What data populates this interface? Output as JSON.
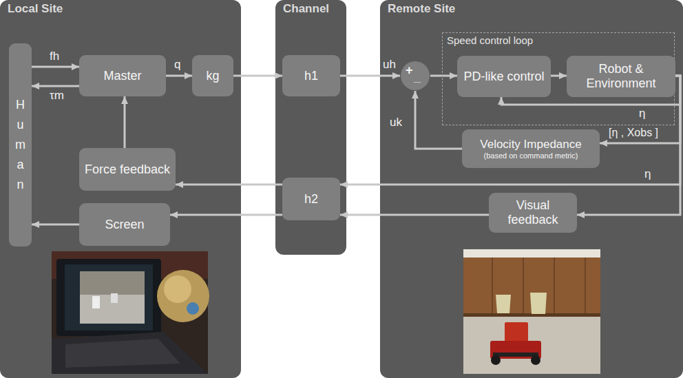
{
  "diagram": {
    "nodes": [
      {
        "text": [
          "Local Site"
        ]
      },
      {
        "text": [
          "H u m a n"
        ],
        "in": 0
      },
      {
        "text": [
          "Master"
        ],
        "in": 0
      },
      {
        "text": [
          "kg"
        ],
        "in": 0
      },
      {
        "text": [
          "Force feedback"
        ],
        "in": 0
      },
      {
        "text": [
          "Screen"
        ],
        "in": 0
      },
      {
        "text": [
          "Channel"
        ]
      },
      {
        "text": [
          "h1"
        ],
        "in": 6
      },
      {
        "text": [
          "h2"
        ],
        "in": 6
      },
      {
        "text": [
          "Remote Site"
        ]
      },
      {
        "text": [
          "Speed control loop"
        ],
        "in": 9
      },
      {
        "text": [
          "+",
          "_"
        ],
        "in": 9
      },
      {
        "text": [
          "PD-like control"
        ],
        "in": 10
      },
      {
        "text": [
          "Robot & Environment"
        ],
        "in": 10
      },
      {
        "text": [
          "Velocity Impedance",
          "(based on command metric)"
        ],
        "in": 9
      },
      {
        "text": [
          "Visual feedback"
        ],
        "in": 9
      }
    ],
    "edges": [
      {
        "from": 1,
        "to": 2,
        "label": "fh",
        "arrow": "to"
      },
      {
        "from": 2,
        "to": 1,
        "label": "τm",
        "arrow": "to"
      },
      {
        "from": 2,
        "to": 3,
        "label": "q",
        "arrow": "to"
      },
      {
        "from": 3,
        "to": 7,
        "arrow": "to"
      },
      {
        "from": 7,
        "to": 11,
        "label": "uh",
        "arrow": "to"
      },
      {
        "from": 11,
        "to": 12,
        "arrow": "to"
      },
      {
        "from": 12,
        "to": 13,
        "arrow": "to"
      },
      {
        "from": 13,
        "to": 12,
        "label": "η",
        "arrow": "to"
      },
      {
        "from": 13,
        "to": 14,
        "label": "[η , Xobs ]",
        "arrow": "to"
      },
      {
        "from": 14,
        "to": 11,
        "label": "uk",
        "arrow": "to"
      },
      {
        "from": 13,
        "to": 8,
        "label": "η",
        "arrow": "to"
      },
      {
        "from": 13,
        "to": 15,
        "arrow": "to"
      },
      {
        "from": 15,
        "to": 8,
        "arrow": "to"
      },
      {
        "from": 8,
        "to": 4,
        "arrow": "to"
      },
      {
        "from": 8,
        "to": 5,
        "arrow": "to"
      },
      {
        "from": 4,
        "to": 2,
        "arrow": "to"
      },
      {
        "from": 5,
        "to": 1,
        "arrow": "to"
      }
    ]
  }
}
